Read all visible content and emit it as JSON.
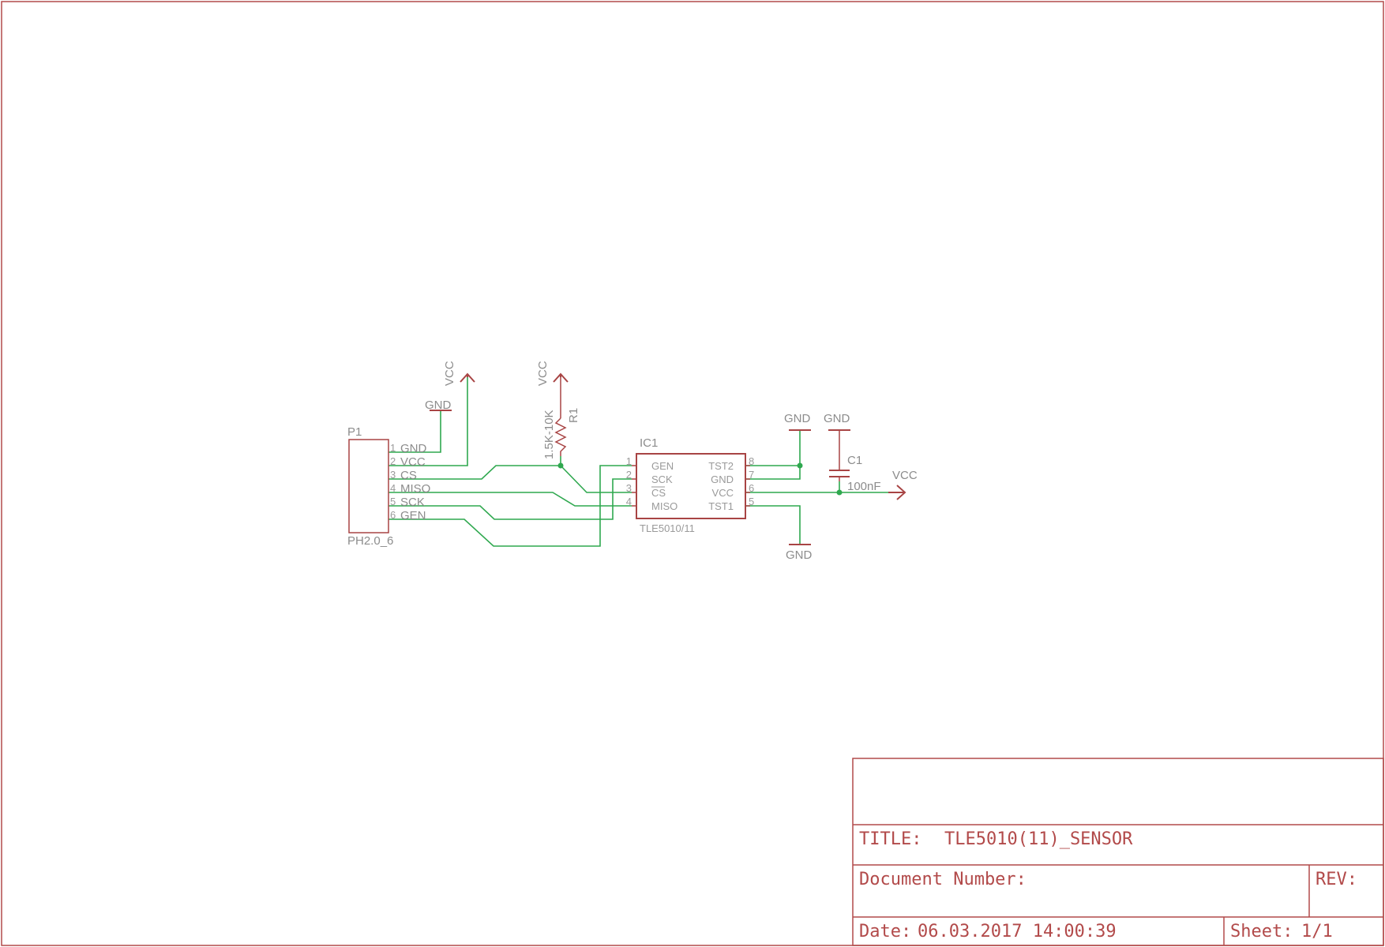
{
  "title_block": {
    "title_label": "TITLE:",
    "title_value": "TLE5010(11)_SENSOR",
    "doc_number_label": "Document Number:",
    "rev_label": "REV:",
    "date_label": "Date:",
    "date_value": "06.03.2017 14:00:39",
    "sheet_label": "Sheet:",
    "sheet_value": "1/1"
  },
  "connector": {
    "ref": "P1",
    "value": "PH2.0_6",
    "pins": [
      {
        "num": "1",
        "name": "GND"
      },
      {
        "num": "2",
        "name": "VCC"
      },
      {
        "num": "3",
        "name": "CS"
      },
      {
        "num": "4",
        "name": "MISO"
      },
      {
        "num": "5",
        "name": "SCK"
      },
      {
        "num": "6",
        "name": "GEN"
      }
    ]
  },
  "ic": {
    "ref": "IC1",
    "value": "TLE5010/11",
    "left_pins": [
      {
        "num": "1",
        "name": "GEN"
      },
      {
        "num": "2",
        "name": "SCK"
      },
      {
        "num": "3",
        "name": "CS"
      },
      {
        "num": "4",
        "name": "MISO"
      }
    ],
    "right_pins": [
      {
        "num": "8",
        "name": "TST2"
      },
      {
        "num": "7",
        "name": "GND"
      },
      {
        "num": "6",
        "name": "VCC"
      },
      {
        "num": "5",
        "name": "TST1"
      }
    ]
  },
  "resistor": {
    "ref": "R1",
    "value": "1.5K-10K"
  },
  "capacitor": {
    "ref": "C1",
    "value": "100nF"
  },
  "power": {
    "vcc_label": "VCC",
    "gnd_label": "GND"
  },
  "colors": {
    "symbol": "#a84444",
    "wire": "#2fa84f",
    "text": "#8c8c8c",
    "frame": "#b24a4a"
  }
}
